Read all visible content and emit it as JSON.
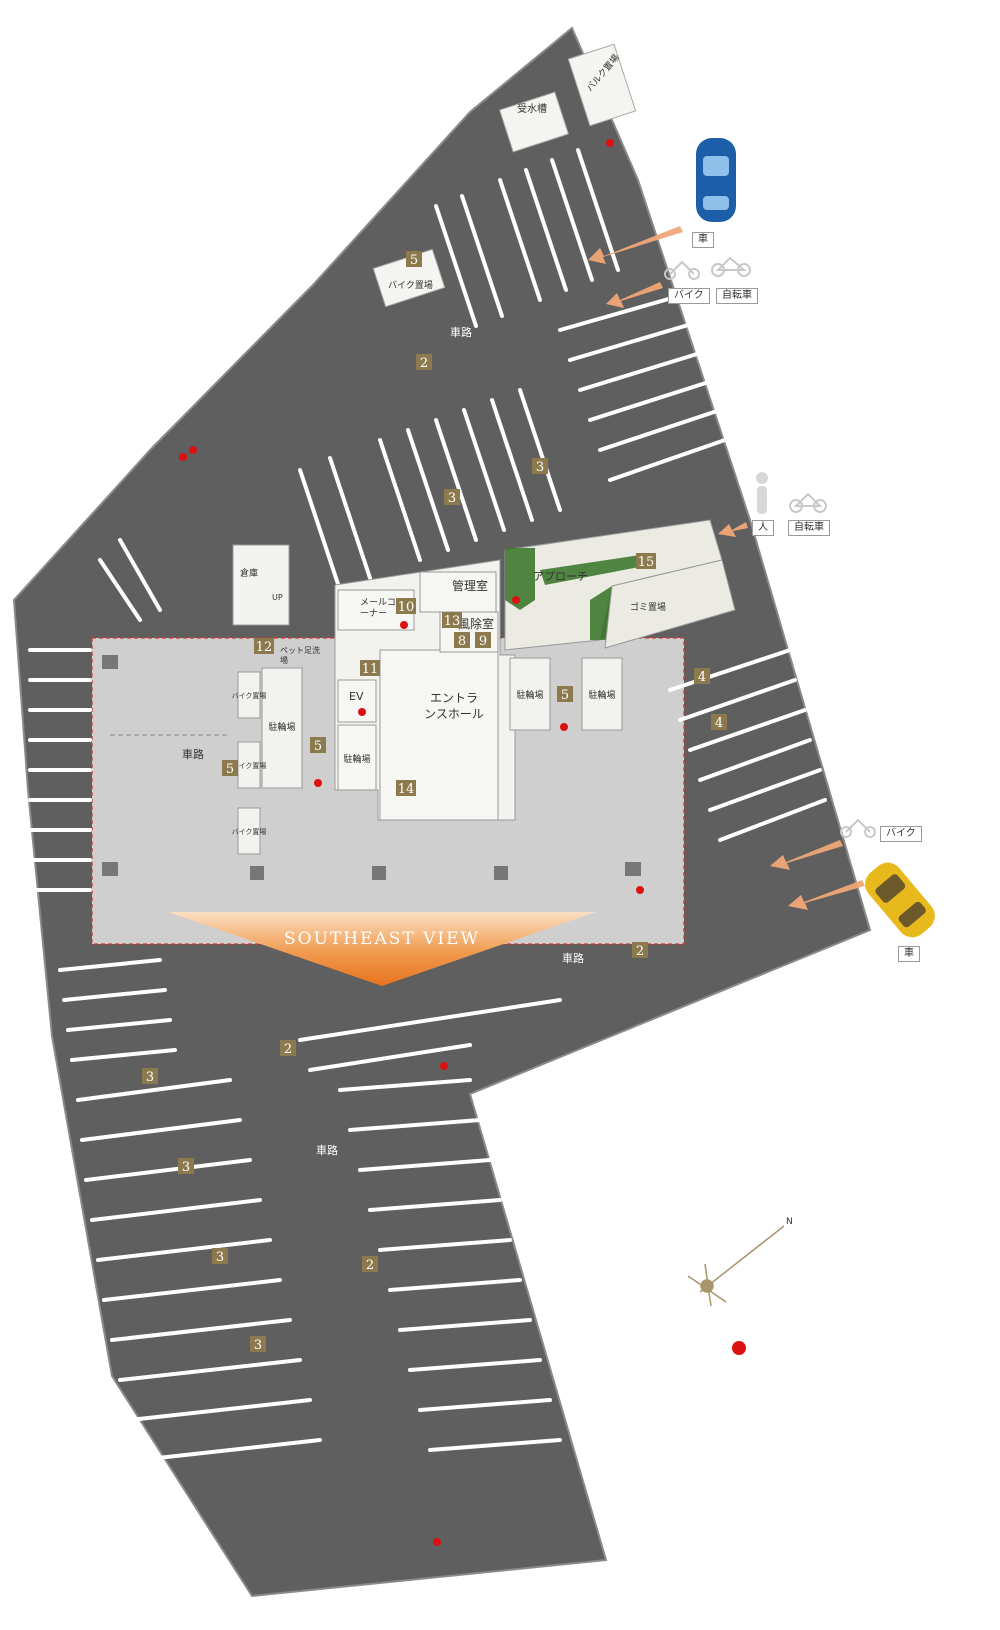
{
  "labels": {
    "roadway": "車路",
    "bike_parking": "バイク置場",
    "bicycle_parking": "駐輪場",
    "water_tank": "受水槽",
    "valve_storage": "バルク置場",
    "storage": "倉庫",
    "up": "UP",
    "pet_wash": "ペット足洗場",
    "mail_corner": "メールコーナー",
    "management_room": "管理室",
    "windbreak_room": "風除室",
    "elevator": "EV",
    "entrance_hall": "エントランスホール",
    "approach": "アプローチ",
    "garbage": "ゴミ置場",
    "car": "車",
    "bike": "バイク",
    "bicycle": "自転車",
    "person": "人",
    "southeast_view": "SOUTHEAST VIEW",
    "north": "N"
  },
  "markers": {
    "m2": "2",
    "m3": "3",
    "m4": "4",
    "m5": "5",
    "m8": "8",
    "m9": "9",
    "m10": "10",
    "m11": "11",
    "m12": "12",
    "m13": "13",
    "m14": "14",
    "m15": "15"
  },
  "colors": {
    "asphalt": "#5f5f5f",
    "covered_floor": "#cfcfcf",
    "building": "#f2f2ee",
    "marker": "#8c7a4e",
    "red_dot": "#dd1111",
    "arrow": "#f0a777",
    "southeast_view": "#e97c2c",
    "car_blue": "#1c5ea8",
    "car_yellow": "#e8b91c"
  }
}
